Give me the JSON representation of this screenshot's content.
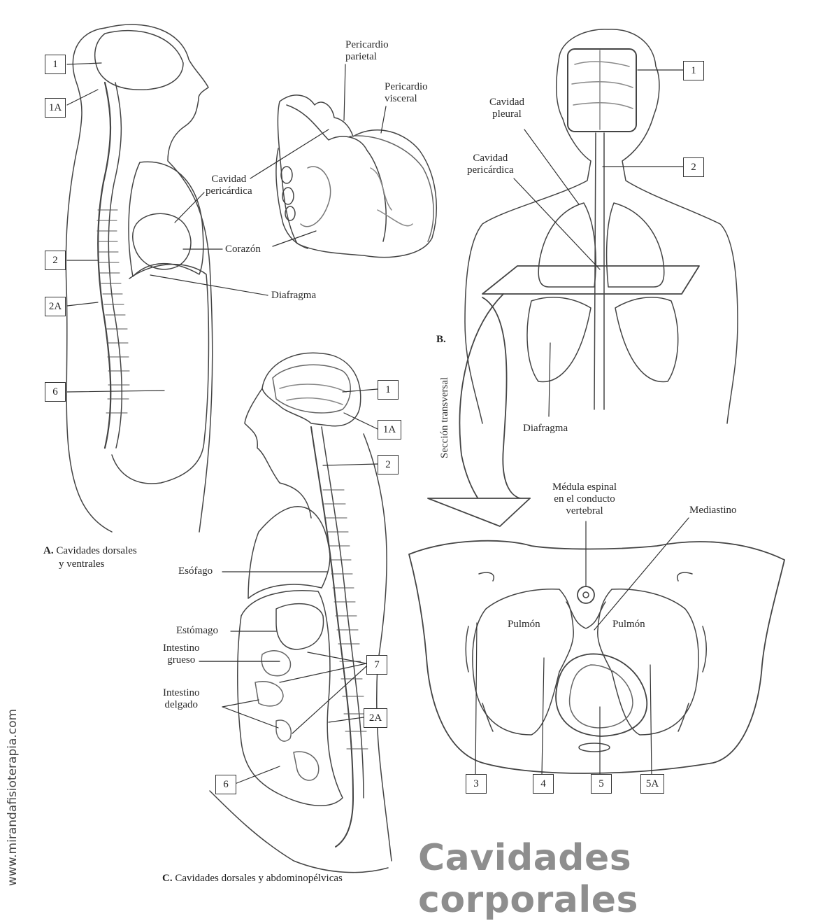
{
  "title": "Cavidades corporales",
  "website": "www.mirandafisioterapia.com",
  "panel_a": {
    "caption_letter": "A.",
    "caption_line1": "Cavidades dorsales",
    "caption_line2": "y ventrales",
    "labels": {
      "pericardial_cavity_1": "Cavidad",
      "pericardial_cavity_2": "pericárdica",
      "heart": "Corazón",
      "diaphragm": "Diafragma"
    },
    "boxes": {
      "b1": "1",
      "b1a": "1A",
      "b2": "2",
      "b2a": "2A",
      "b6": "6"
    }
  },
  "heart_detail": {
    "parietal_1": "Pericardio",
    "parietal_2": "parietal",
    "visceral_1": "Pericardio",
    "visceral_2": "visceral"
  },
  "panel_b": {
    "caption_letter": "B.",
    "labels": {
      "pleural_1": "Cavidad",
      "pleural_2": "pleural",
      "pericardial_1": "Cavidad",
      "pericardial_2": "pericárdica",
      "diaphragm": "Diafragma",
      "section": "Sección transversal"
    },
    "boxes": {
      "b1": "1",
      "b2": "2"
    }
  },
  "panel_c": {
    "caption_letter": "C.",
    "caption_text": "Cavidades dorsales y abdominopélvicas",
    "labels": {
      "esophagus": "Esófago",
      "stomach": "Estómago",
      "large_int_1": "Intestino",
      "large_int_2": "grueso",
      "small_int_1": "Intestino",
      "small_int_2": "delgado"
    },
    "boxes": {
      "b1": "1",
      "b1a": "1A",
      "b2": "2",
      "b7": "7",
      "b2a": "2A",
      "b6": "6"
    }
  },
  "cross_section": {
    "spinal_1": "Médula espinal",
    "spinal_2": "en el conducto",
    "spinal_3": "vertebral",
    "mediastinum": "Mediastino",
    "lung_left": "Pulmón",
    "lung_right": "Pulmón",
    "boxes": {
      "b3": "3",
      "b4": "4",
      "b5": "5",
      "b5a": "5A"
    }
  }
}
